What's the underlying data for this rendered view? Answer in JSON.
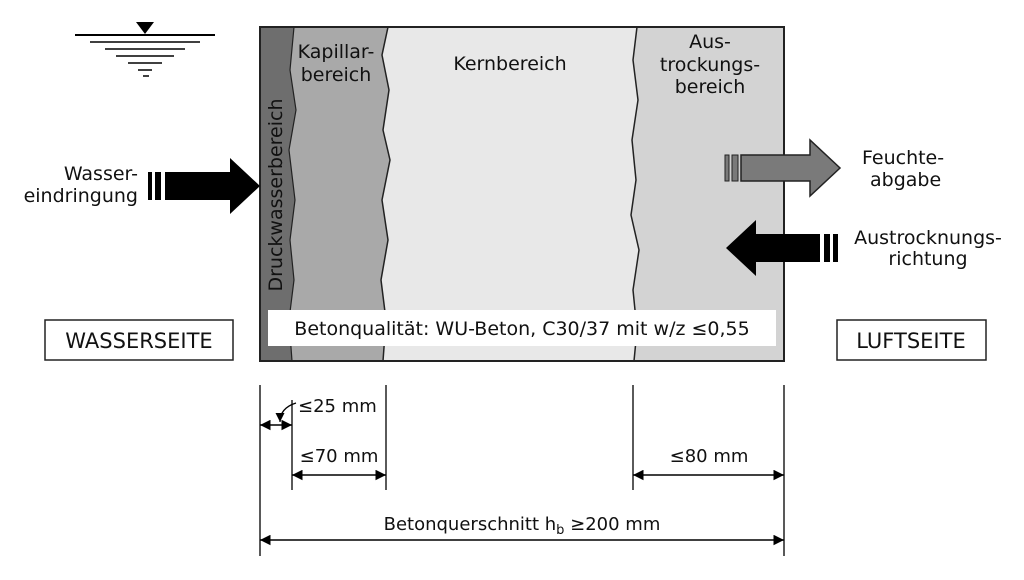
{
  "labels": {
    "kapillar_1": "Kapillar-",
    "kapillar_2": "bereich",
    "kern": "Kernbereich",
    "austrocknung_1": "Aus-",
    "austrocknung_2": "trockungs-",
    "austrocknung_3": "bereich",
    "druckwasser": "Druckwasserbereich",
    "wasser_1": "Wasser-",
    "wasser_2": "eindringung",
    "feuchte_1": "Feuchte-",
    "feuchte_2": "abgabe",
    "austrocknungsrichtung_1": "Austrocknungs-",
    "austrocknungsrichtung_2": "richtung",
    "wasserseite": "WASSERSEITE",
    "luftseite": "LUFTSEITE",
    "betonqualitaet": "Betonqualität: WU-Beton, C30/37 mit w/z ≤0,55"
  },
  "dimensions": {
    "d25": "≤25 mm",
    "d70": "≤70 mm",
    "d80": "≤80 mm",
    "cross_prefix": "Betonquerschnitt h",
    "cross_sub": "b",
    "cross_suffix": " ≥200 mm"
  },
  "icons": {
    "water_level": "water-level-icon",
    "arrow_in": "arrow-right-icon",
    "arrow_out": "arrow-right-icon",
    "arrow_dry": "arrow-left-icon"
  },
  "colors": {
    "druckwasser_zone": "#6e6e6e",
    "kapillar_zone": "#a9a9a9",
    "kern_zone": "#e8e8e8",
    "austrocknung_zone": "#d3d3d3",
    "arrow_dark": "#000000",
    "arrow_gray": "#7a7a7a"
  }
}
